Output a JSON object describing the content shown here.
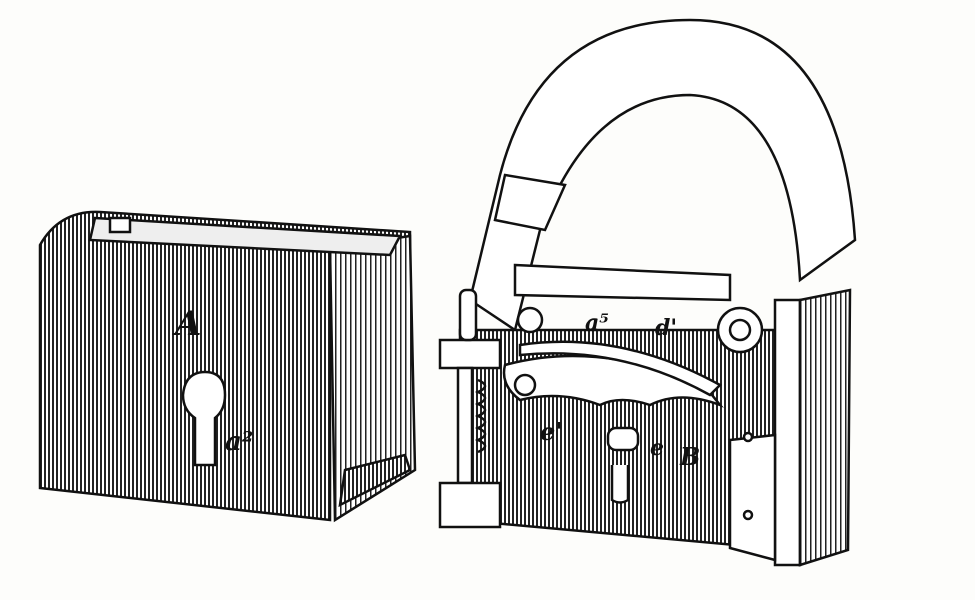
{
  "figure": {
    "labels": {
      "case": "A",
      "keyhole": "a²",
      "bolt": "a⁵",
      "lever": "d'",
      "spring": "e'",
      "pin": "e",
      "body": "B"
    },
    "colors": {
      "ink": "#111111",
      "paper": "#fdfdfb"
    }
  }
}
